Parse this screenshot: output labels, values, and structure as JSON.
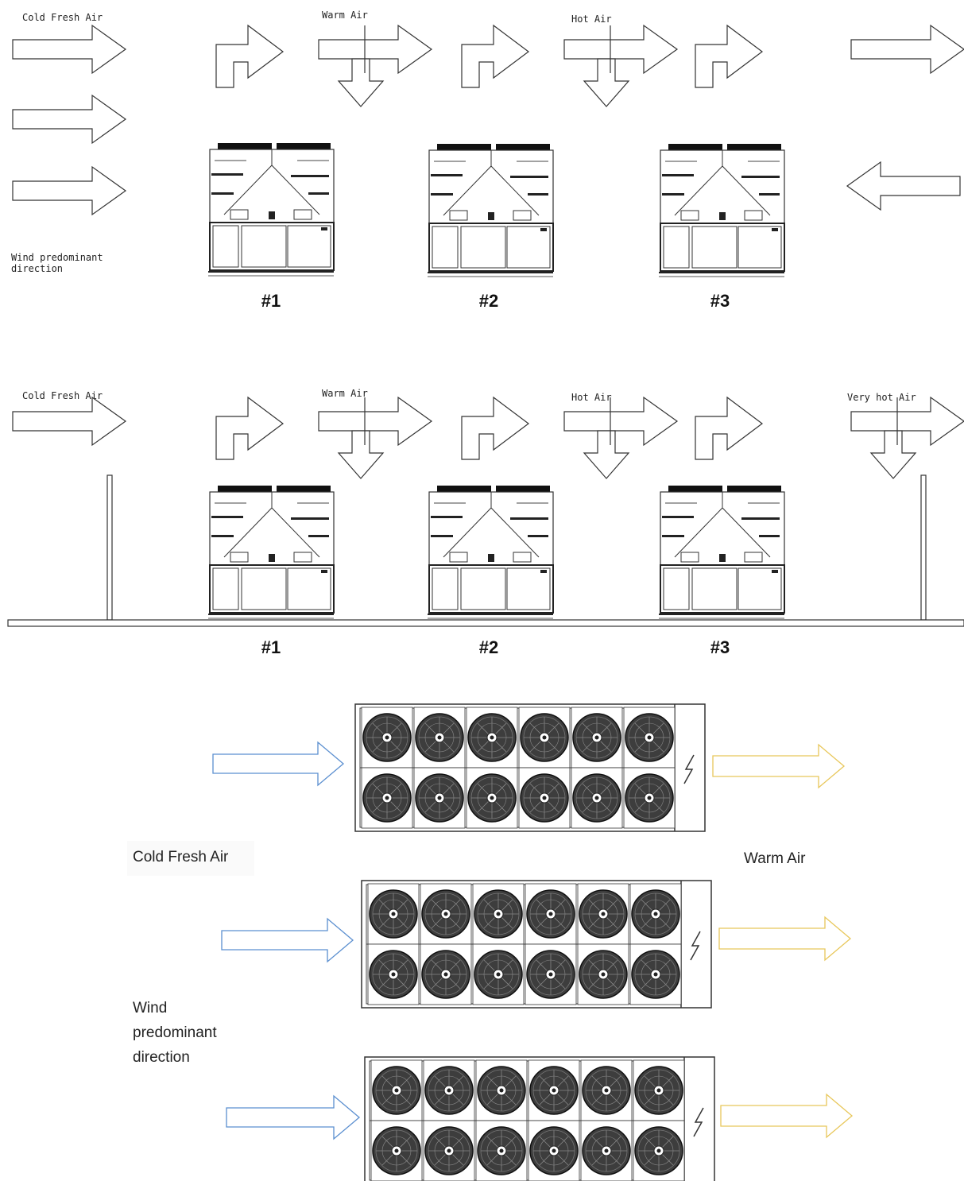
{
  "diagram_1": {
    "labels": {
      "cold_fresh_air": "Cold Fresh Air",
      "warm_air": "Warm Air",
      "hot_air": "Hot Air",
      "wind_direction_line1": "Wind predominant",
      "wind_direction_line2": "direction"
    },
    "units": [
      "#1",
      "#2",
      "#3"
    ]
  },
  "diagram_2": {
    "labels": {
      "cold_fresh_air": "Cold Fresh Air",
      "warm_air": "Warm Air",
      "hot_air": "Hot Air",
      "very_hot_air": "Very hot Air"
    },
    "units": [
      "#1",
      "#2",
      "#3"
    ]
  },
  "diagram_3": {
    "labels": {
      "cold_fresh_air": "Cold Fresh Air",
      "warm_air": "Warm Air",
      "wind_line1": "Wind",
      "wind_line2": "predominant",
      "wind_line3": "direction"
    },
    "fan_rows": 2,
    "fans_per_row": 6,
    "colors": {
      "inlet": "#5b8fd0",
      "outlet": "#e8c75a"
    }
  }
}
